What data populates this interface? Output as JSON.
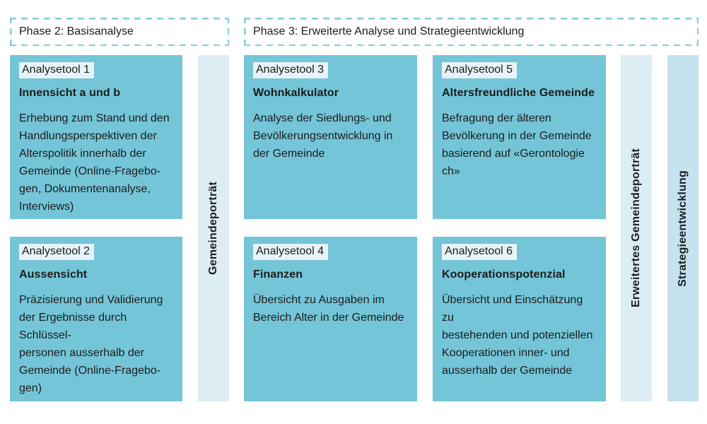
{
  "phases": [
    {
      "label": "Phase 2: Basisanalyse"
    },
    {
      "label": "Phase 3: Erweiterte Analyse und Strategieentwicklung"
    }
  ],
  "tools": [
    {
      "badge": "Analysetool 1",
      "title": "Innensicht a und b",
      "description": "Erhebung zum Stand und den\nHandlungsperspektiven der\nAlterspolitik innerhalb der\nGemeinde (Online-Fragebo-\ngen, Dokumentenanalyse,\nInterviews)"
    },
    {
      "badge": "Analysetool 2",
      "title": "Aussensicht",
      "description": "Präzisierung und Validierung\nder Ergebnisse durch Schlüssel-\npersonen ausserhalb der\nGemeinde (Online-Fragebo-\ngen)"
    },
    {
      "badge": "Analysetool 3",
      "title": "Wohnkalkulator",
      "description": "Analyse der Siedlungs- und\nBevölkerungsentwicklung in\nder Gemeinde"
    },
    {
      "badge": "Analysetool 4",
      "title": "Finanzen",
      "description": "Übersicht zu Ausgaben im\nBereich Alter in der Gemeinde"
    },
    {
      "badge": "Analysetool 5",
      "title": "Altersfreundliche Gemeinde",
      "description": "Befragung der älteren\nBevölkerung in der Gemeinde\nbasierend auf «Gerontologie ch»"
    },
    {
      "badge": "Analysetool 6",
      "title": "Kooperationspotenzial",
      "description": "Übersicht und Einschätzung zu\nbestehenden und potenziellen\nKooperationen inner- und\nausserhalb der Gemeinde"
    }
  ],
  "output_bars": [
    {
      "label": "Gemeindeporträt"
    },
    {
      "label": "Erweitertes Gemeindeporträt"
    },
    {
      "label": "Strategieentwicklung"
    }
  ],
  "colors": {
    "card_teal": "#74c5d8",
    "bar_light_blue": "#ddedf4",
    "bar_accent_blue": "#c5e2ee",
    "phase_dash_blue": "#85cade",
    "badge_highlight": "#e7f3f8",
    "text": "#1c1c1c"
  }
}
